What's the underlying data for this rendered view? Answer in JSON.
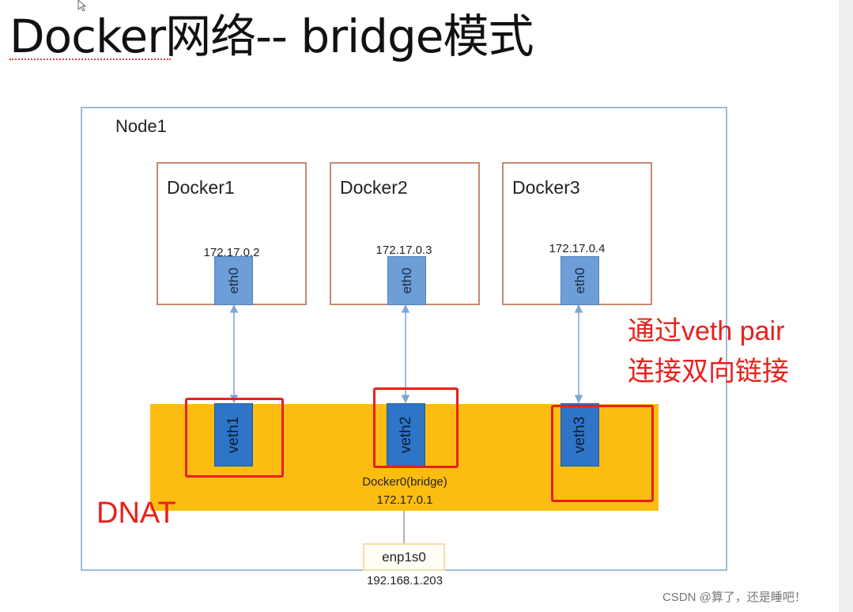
{
  "title": "Docker网络-- bridge模式",
  "node": {
    "label": "Node1"
  },
  "containers": [
    {
      "label": "Docker1",
      "ip": "172.17.0.2",
      "iface": "eth0"
    },
    {
      "label": "Docker2",
      "ip": "172.17.0.3",
      "iface": "eth0"
    },
    {
      "label": "Docker3",
      "ip": "172.17.0.4",
      "iface": "eth0"
    }
  ],
  "veths": [
    "veth1",
    "veth2",
    "veth3"
  ],
  "bridge": {
    "name": "Docker0(bridge)",
    "ip": "172.17.0.1"
  },
  "note": {
    "line1": "通过veth pair",
    "line2": "连接双向链接"
  },
  "dnat": "DNAT",
  "nic": {
    "name": "enp1s0",
    "ip": "192.168.1.203"
  },
  "watermark": "CSDN @算了，还是睡吧！",
  "colors": {
    "bridge": "#fdbd10",
    "highlight": "#e8201c",
    "veth": "#2e75c7",
    "eth": "#6d9ed8",
    "container_border": "#c48b6f",
    "node_border": "#9dbcd8",
    "link": "#7ea6d4"
  },
  "icons": {
    "cursor": "mouse-pointer-icon"
  }
}
